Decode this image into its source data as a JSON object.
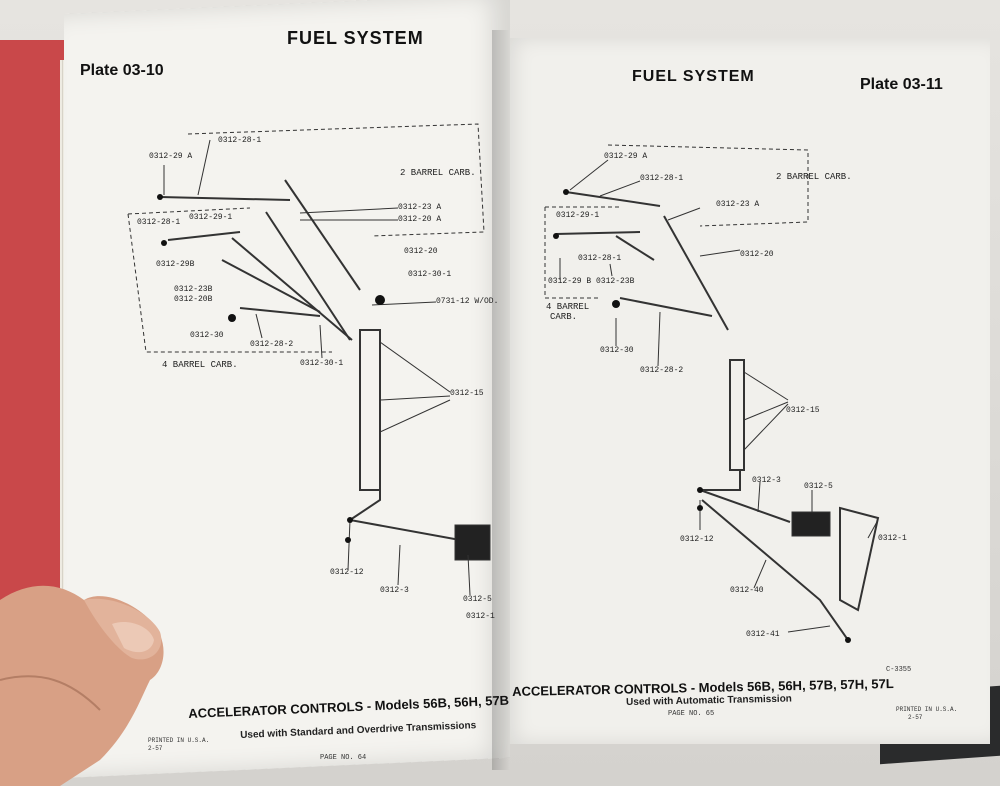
{
  "left_page": {
    "header_title": "FUEL SYSTEM",
    "plate": "Plate 03-10",
    "labels": {
      "l29a": "0312-29 A",
      "l28_1": "0312-28-1",
      "twobarrel": "2 BARREL CARB.",
      "l28_1b": "0312-28-1",
      "l29_1": "0312-29-1",
      "l23a": "0312-23 A",
      "l20a": "0312-20 A",
      "l29b": "0312-29B",
      "l20": "0312-20",
      "l30_1": "0312-30-1",
      "l23b": "0312-23B",
      "l20b": "0312-20B",
      "l0731": "0731-12 W/OD.",
      "l30": "0312-30",
      "l28_2": "0312-28-2",
      "l30_1b": "0312-30-1",
      "fourbarrel": "4 BARREL CARB.",
      "l15": "0312-15",
      "l12": "0312-12",
      "l3": "0312-3",
      "l5": "0312-5",
      "l1": "0312-1"
    },
    "caption_title": "ACCELERATOR CONTROLS - Models 56B, 56H, 57B",
    "caption_sub": "Used with Standard and Overdrive Transmissions",
    "printed": "PRINTED IN U.S.A.",
    "date": "2-57",
    "page_no": "PAGE NO. 64"
  },
  "right_page": {
    "header_title": "FUEL SYSTEM",
    "plate": "Plate 03-11",
    "labels": {
      "l29a": "0312-29 A",
      "l28_1": "0312-28-1",
      "twobarrel": "2 BARREL CARB.",
      "l23a": "0312-23 A",
      "l29_1": "0312-29-1",
      "l20": "0312-20",
      "l28_1b": "0312-28-1",
      "l29b": "0312-29 B",
      "l23b": "0312-23B",
      "fourbarrel_1": "4 BARREL",
      "fourbarrel_2": "CARB.",
      "l30": "0312-30",
      "l28_2": "0312-28-2",
      "l15": "0312-15",
      "l3": "0312-3",
      "l5": "0312-5",
      "l12": "0312-12",
      "l1": "0312-1",
      "l40": "0312-40",
      "l41": "0312-41"
    },
    "code": "C-3355",
    "caption_title": "ACCELERATOR CONTROLS - Models 56B, 56H, 57B, 57H, 57L",
    "caption_sub": "Used with Automatic Transmission",
    "page_no": "PAGE NO. 65",
    "printed": "PRINTED IN U.S.A.",
    "date": "2-57"
  }
}
